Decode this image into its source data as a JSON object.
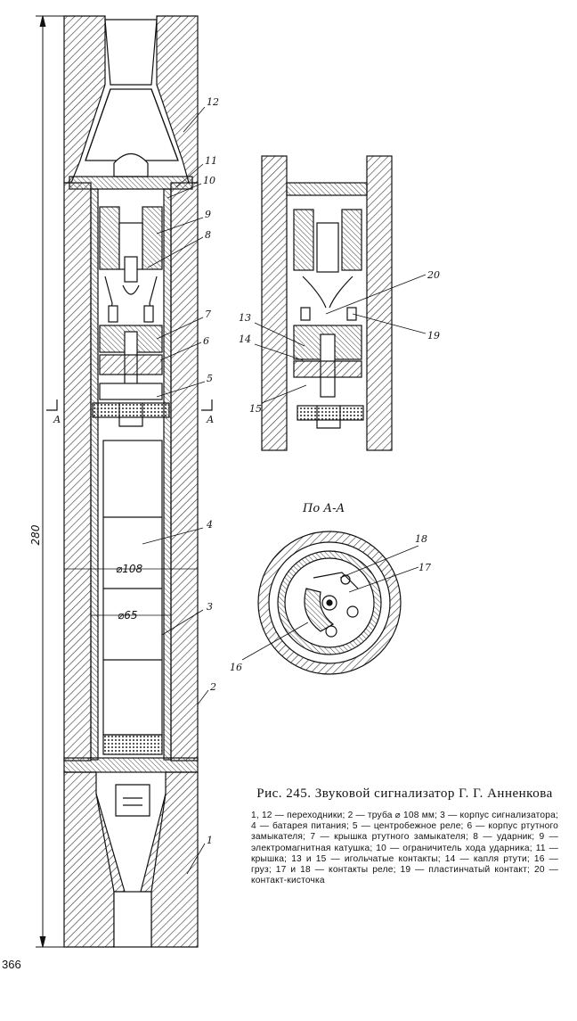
{
  "figure": {
    "caption_number": "Рис. 245.",
    "caption_title": "Звуковой сигнализатор Г. Г. Анненкова",
    "caption_text": "1, 12 — переходники; 2 — труба ⌀ 108 мм; 3 — корпус сигнализатора; 4 — батарея питания; 5 — центробежное реле; 6 — корпус ртутного замыкателя; 7 — крышка ртутного замыкателя; 8 — ударник; 9 — электромагнитная катушка; 10 — ограничитель хода ударника; 11 — крышка; 13 и 15 — игольчатые контакты; 14 — капля ртути; 16 — груз; 17 и 18 — контакты реле; 19 — пластинчатый контакт; 20 — контакт-кисточка",
    "section_title": "По А-А",
    "page_number": "366"
  },
  "dimensions": {
    "length": "280",
    "outer_diameter": "⌀108",
    "inner_diameter": "⌀65",
    "section_mark_left": "А",
    "section_mark_right": "А"
  },
  "part_labels": {
    "p1": "1",
    "p2": "2",
    "p3": "3",
    "p4": "4",
    "p5": "5",
    "p6": "6",
    "p7": "7",
    "p8": "8",
    "p9": "9",
    "p10": "10",
    "p11": "11",
    "p12": "12",
    "p13": "13",
    "p14": "14",
    "p15": "15",
    "p16": "16",
    "p17": "17",
    "p18": "18",
    "p19": "19",
    "p20": "20"
  }
}
